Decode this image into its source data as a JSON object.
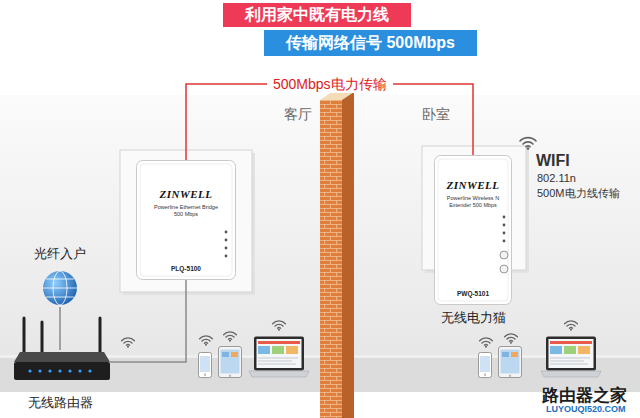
{
  "diagram": {
    "nodes": [
      {
        "text": [
          "利用家中既有电力线"
        ]
      },
      {
        "text": [
          "传输网络信号 500Mbps"
        ]
      },
      {
        "text": [
          "光纤入户"
        ]
      },
      {
        "text": [
          "ZINWELL",
          "Powerline Ethernet Bridge 500 Mbps",
          "PLQ-5100"
        ]
      },
      {
        "text": [
          "ZINWELL",
          "Powerline Wireless N Extender 500 Mbps",
          "PWQ-5101",
          "无线电力猫"
        ]
      },
      {
        "text": [
          "无线路由器"
        ]
      }
    ],
    "edges": [
      {
        "from": 3,
        "to": 4,
        "arrow": "none",
        "label": "500Mbps电力传输"
      },
      {
        "from": 2,
        "to": 5,
        "arrow": "none"
      },
      {
        "from": 5,
        "to": 3,
        "arrow": "none"
      }
    ],
    "labels": [
      "客厅",
      "卧室",
      "WIFI",
      "802.11n",
      "500M电力线传输",
      "路由器之家",
      "LUYOUQI520.COM"
    ]
  }
}
